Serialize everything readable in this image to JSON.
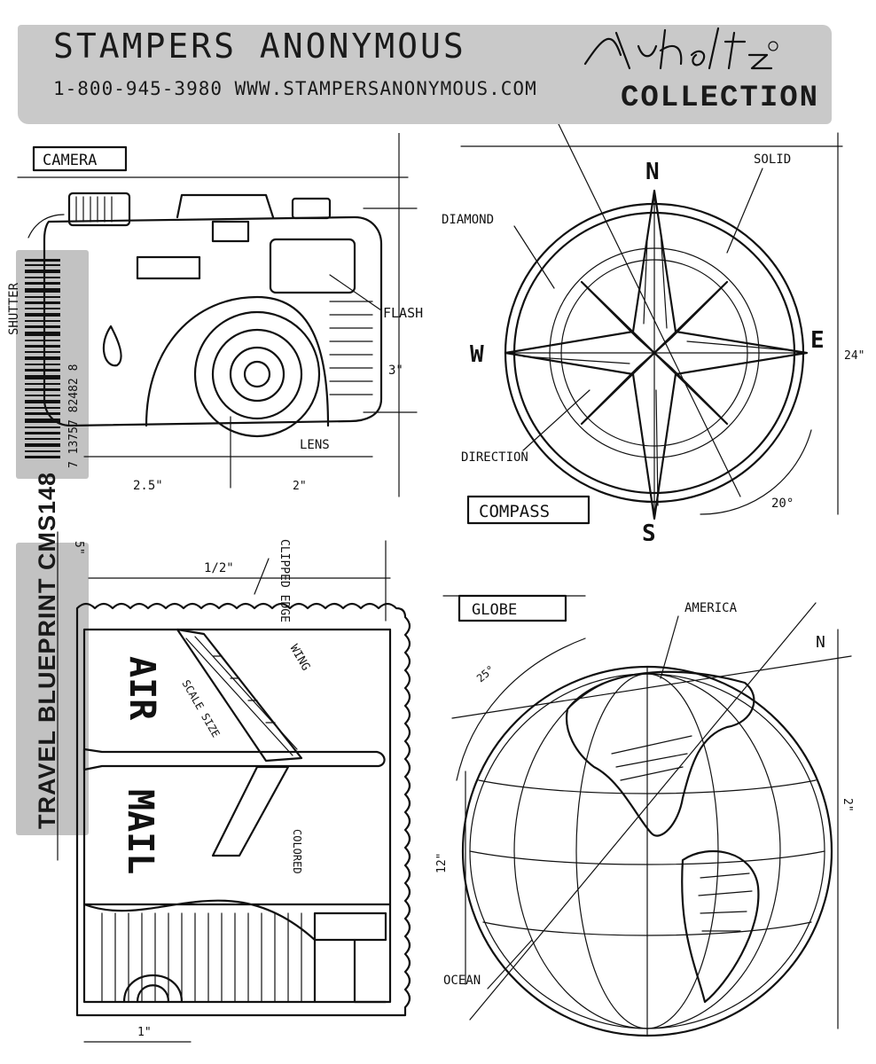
{
  "header": {
    "brand": "STAMPERS ANONYMOUS",
    "phone_url": "1-800-945-3980 WWW.STAMPERSANONYMOUS.COM",
    "signature": "Tim Holtz",
    "collection": "COLLECTION"
  },
  "product": {
    "name": "TRAVEL BLUEPRINT CMS148",
    "barcode_digits": "7 13757 82482 8"
  },
  "camera": {
    "title": "CAMERA",
    "labels": {
      "shutter": "SHUTTER",
      "flash": "FLASH",
      "lens": "LENS",
      "dim_width": "2.5\"",
      "dim_lens": "2\"",
      "dim_height": "3\""
    }
  },
  "compass": {
    "title": "COMPASS",
    "directions": {
      "north": "N",
      "south": "S",
      "east": "E",
      "west": "W"
    },
    "labels": {
      "solid": "SOLID",
      "diamond": "DIAMOND",
      "direction": "DIRECTION",
      "dim_right": "24\"",
      "dim_angle": "20°"
    }
  },
  "stamp": {
    "labels": {
      "clipped_edge": "CLIPPED EDGE",
      "dim_top": "1/2\"",
      "wing": "WING",
      "scale_size": "SCALE SIZE",
      "air": "AIR",
      "mail": "MAIL",
      "colored": "COLORED",
      "dim_bottom": "1\"",
      "dim_left": "5\""
    }
  },
  "globe": {
    "title": "GLOBE",
    "labels": {
      "america": "AMERICA",
      "ocean": "OCEAN",
      "dim_left": "12\"",
      "dim_right": "2\"",
      "dim_arc": "25°",
      "north": "N"
    }
  }
}
